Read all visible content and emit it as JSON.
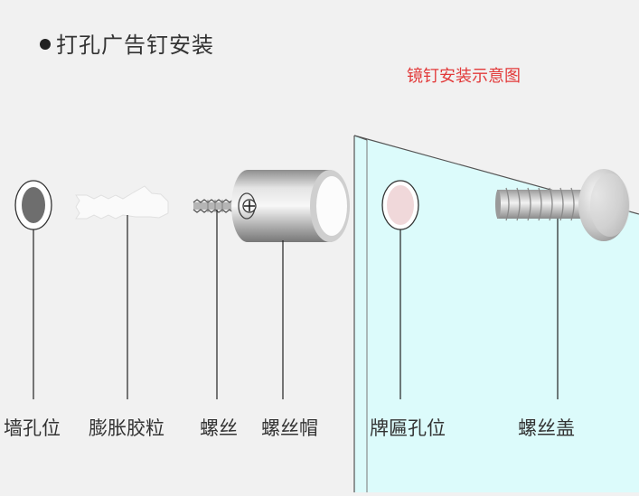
{
  "title": "打孔广告钉安装",
  "subtitle": "镜钉安装示意图",
  "parts": [
    {
      "id": "wall-hole",
      "label": "墙孔位"
    },
    {
      "id": "expansion-plug",
      "label": "膨胀胶粒"
    },
    {
      "id": "screw",
      "label": "螺丝"
    },
    {
      "id": "screw-cap",
      "label": "螺丝帽"
    },
    {
      "id": "sign-hole",
      "label": "牌匾孔位"
    },
    {
      "id": "screw-cover",
      "label": "螺丝盖"
    }
  ],
  "colors": {
    "glass_fill": "#dcfbfb",
    "title_text": "#333333",
    "subtitle_text": "#e23a3a",
    "wall_hole": "#6e6e6e",
    "sign_hole": "#f0d8da"
  }
}
